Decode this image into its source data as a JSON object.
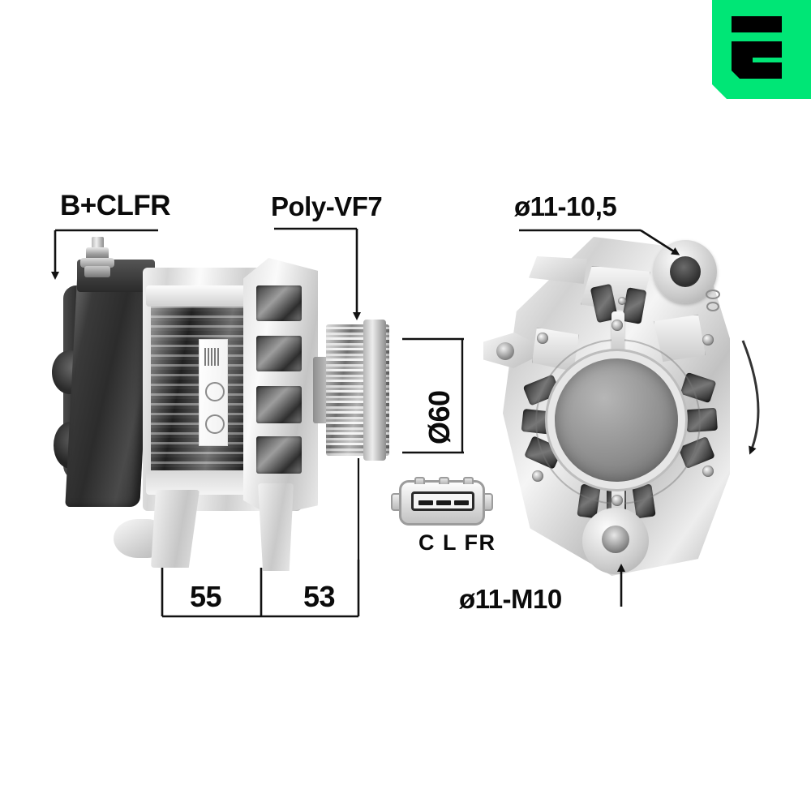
{
  "brand": {
    "logo_letter": "E",
    "logo_bg_color": "#00e676",
    "logo_fg_color": "#000000",
    "name": "logo-e-mark"
  },
  "product": {
    "type": "Alternator",
    "views": [
      "side-view",
      "rear-view"
    ]
  },
  "annotations": {
    "terminal_label": "B+CLFR",
    "pulley_label": "Poly-VF7",
    "pulley_diameter": "Ø60",
    "mount_hole_top": "ø11-10,5",
    "mount_hole_bottom": "ø11-M10",
    "connector_pins": "C L FR",
    "dim_left": "55",
    "dim_right": "53"
  },
  "dimension_data": {
    "bracket_spacing_1_mm": 55,
    "bracket_spacing_2_mm": 53,
    "pulley_outer_diameter_mm": 60,
    "pulley_groove_count": 7,
    "pulley_profile": "Poly-V",
    "mounting_hole_upper": "ø11 / 10,5",
    "mounting_hole_lower": "ø11 / M10",
    "rotation": "clockwise"
  },
  "colors": {
    "accent": "#00e676",
    "line": "#111111",
    "metal_light": "#f2f2f2",
    "metal_dark": "#2c2c2c"
  }
}
